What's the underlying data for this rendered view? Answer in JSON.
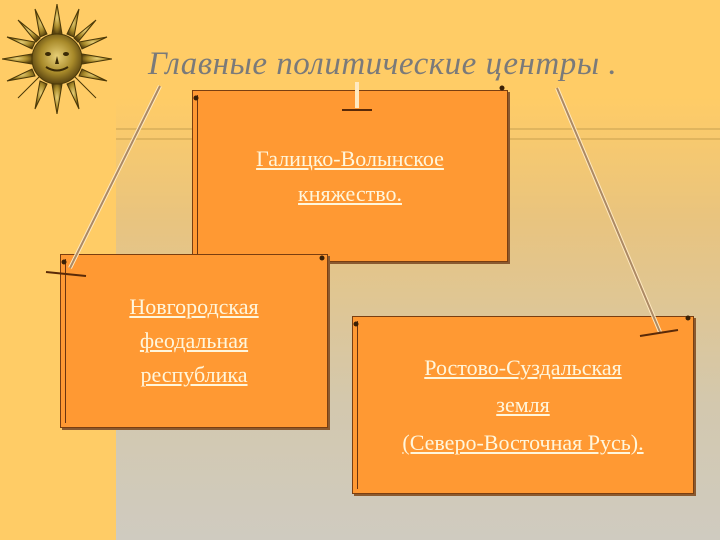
{
  "slide": {
    "title": "Главные политические центры .",
    "colors": {
      "background": "#FFCC66",
      "box": "#FF9933",
      "text": "#FFF6DC",
      "title": "#7A7A7A"
    },
    "icon": "sun-icon",
    "boxes": {
      "galich": {
        "lines": [
          "Галицко-Волынское",
          "княжество."
        ]
      },
      "novgorod": {
        "lines": [
          "Новгородская",
          "феодальная",
          "республика"
        ]
      },
      "rostov": {
        "lines": [
          "Ростово-Суздальская",
          "земля",
          "(Северо-Восточная Русь)."
        ]
      }
    }
  }
}
